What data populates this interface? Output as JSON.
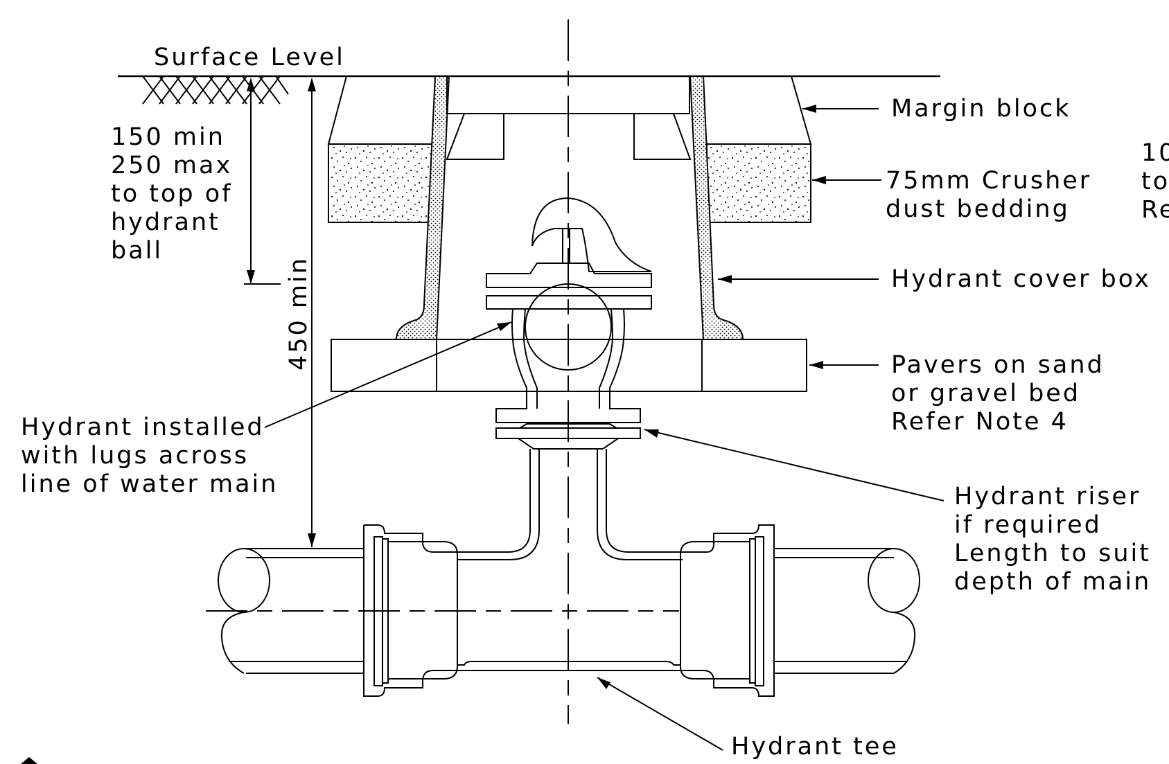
{
  "labels": {
    "surface_level": "Surface Level",
    "depth_note": [
      "150 min",
      "250 max",
      "to top of",
      "hydrant",
      "ball"
    ],
    "depth_450": "450 min",
    "margin_block": "Margin block",
    "crusher_dust": [
      "75mm Crusher",
      "dust bedding"
    ],
    "cut_text": [
      "10",
      "to",
      "Re"
    ],
    "cover_box": "Hydrant cover box",
    "pavers": [
      "Pavers on sand",
      "or gravel bed",
      "Refer Note 4"
    ],
    "hydrant_installed": [
      "Hydrant installed",
      "with lugs across",
      "line of water main"
    ],
    "riser": [
      "Hydrant riser",
      "if required",
      "Length to suit",
      "depth of main"
    ],
    "tee": "Hydrant tee"
  }
}
